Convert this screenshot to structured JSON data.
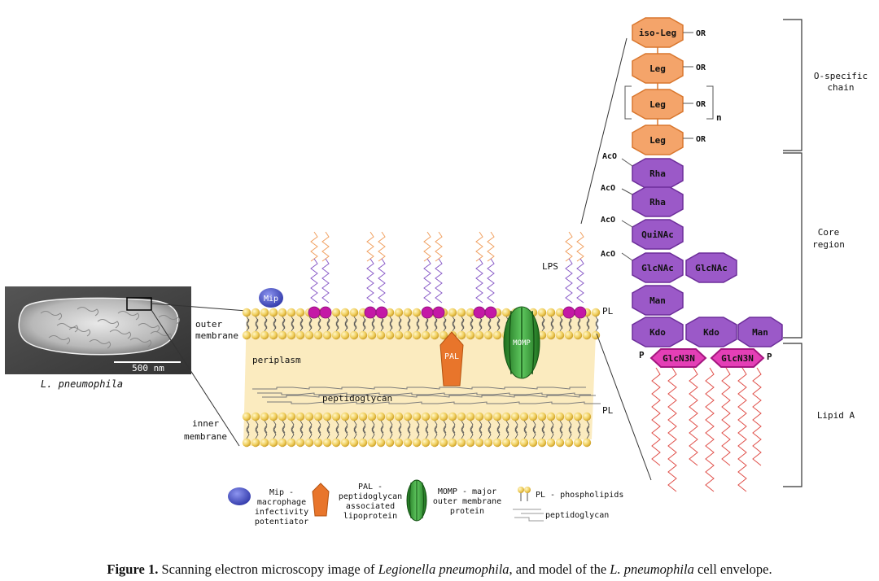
{
  "micrograph": {
    "scale_bar": "500 nm",
    "species": "L. pneumophila"
  },
  "membrane": {
    "outer_membrane": [
      "outer",
      "membrane"
    ],
    "inner_membrane": [
      "inner",
      "membrane"
    ],
    "periplasm": "periplasm",
    "peptidoglycan": "peptidoglycan",
    "pl_top": "PL",
    "pl_bottom": "PL",
    "lps": "LPS",
    "mip": "Mip",
    "pal": "PAL",
    "momp": "MOMP"
  },
  "lps_structure": {
    "o_chain": [
      {
        "label": "iso-Leg",
        "sub": "OR"
      },
      {
        "label": "Leg",
        "sub": "OR"
      },
      {
        "label": "Leg",
        "sub": "OR"
      },
      {
        "label": "Leg",
        "sub": "OR"
      }
    ],
    "repeat": "n",
    "core": [
      {
        "label": "Rha",
        "sub": "AcO"
      },
      {
        "label": "Rha",
        "sub": "AcO"
      },
      {
        "label": "QuiNAc",
        "sub": "AcO"
      },
      {
        "label": "GlcNAc",
        "sub": "AcO"
      }
    ],
    "core_branch": "GlcNAc",
    "man": "Man",
    "kdo_row": [
      "Kdo",
      "Kdo",
      "Man"
    ],
    "lipid_a_sugars": [
      "GlcN3N",
      "GlcN3N"
    ],
    "phosphate": "P",
    "regions": {
      "o_chain": [
        "O-specific",
        "chain"
      ],
      "core": [
        "Core",
        "region"
      ],
      "lipid_a": [
        "Lipid A"
      ]
    }
  },
  "legend": {
    "mip": [
      "Mip -",
      "macrophage",
      "infectivity",
      "potentiator"
    ],
    "pal": [
      "PAL -",
      "peptidoglycan",
      "associated",
      "lipoprotein"
    ],
    "momp": [
      "MOMP - major",
      "outer membrane",
      "protein"
    ],
    "pl": "PL - phospholipids",
    "pg": "peptidoglycan"
  },
  "caption": {
    "label": "Figure 1.",
    "t1": " Scanning electron microscopy image of ",
    "i1": "Legionella pneumophila",
    "t2": ", and model of the ",
    "i2": "L. pneumophila",
    "t3": " cell envelope."
  },
  "colors": {
    "orange": "#f4a46a",
    "orange_stroke": "#d9772e",
    "purple": "#9b59c8",
    "purple_stroke": "#6d2e9a",
    "magenta": "#e43fb6",
    "magenta_stroke": "#a3167f",
    "head_yellow": "#f2d36b",
    "periplasm": "#fbebbf",
    "green": "#3aa53a",
    "pal_orange": "#e8752b",
    "mip_blue": "#4a54c8"
  }
}
